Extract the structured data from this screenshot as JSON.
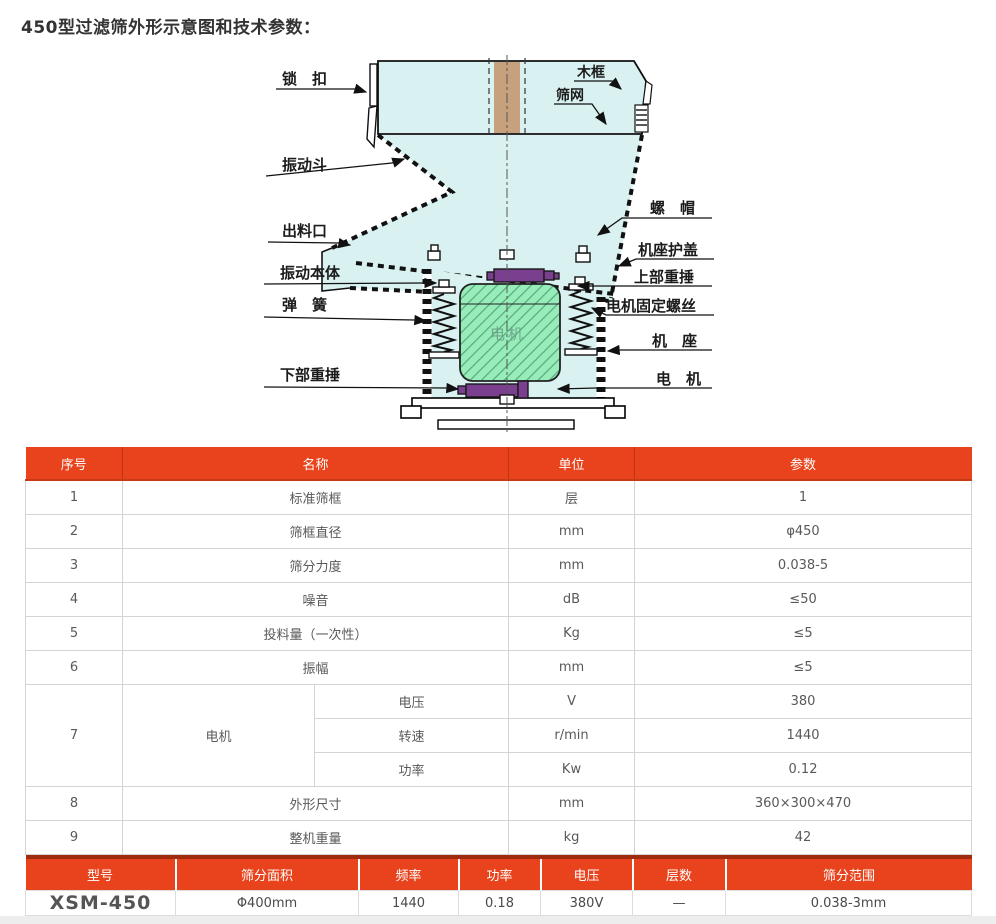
{
  "page": {
    "title": "450型过滤筛外形示意图和技术参数："
  },
  "diagram": {
    "labels": {
      "lock": "锁　扣",
      "vibration_hopper": "振动斗",
      "discharge_port": "出料口",
      "vibration_body": "振动本体",
      "spring": "弹　簧",
      "lower_weight": "下部重捶",
      "wooden_frame": "木框",
      "screen_mesh": "筛网",
      "nut": "螺　帽",
      "base_cover": "机座护盖",
      "upper_weight": "上部重捶",
      "motor_fixing_screw": "电机固定螺丝",
      "machine_base": "机　座",
      "motor": "电　机",
      "motor_body_text": "电机"
    },
    "colors": {
      "body_fill": "#d9f2f1",
      "motor_fill": "#97edb9",
      "weight_fill": "#7b3f8f",
      "frame_strip": "#c7a17d"
    }
  },
  "spec_table": {
    "headers": [
      "序号",
      "名称",
      "单位",
      "参数"
    ],
    "rows": [
      {
        "no": "1",
        "name": "标准筛框",
        "unit": "层",
        "value": "1"
      },
      {
        "no": "2",
        "name": "筛框直径",
        "unit": "mm",
        "value": "φ450"
      },
      {
        "no": "3",
        "name": "筛分力度",
        "unit": "mm",
        "value": "0.038-5"
      },
      {
        "no": "4",
        "name": "噪音",
        "unit": "dB",
        "value": "≤50"
      },
      {
        "no": "5",
        "name": "投料量（一次性）",
        "unit": "Kg",
        "value": "≤5"
      },
      {
        "no": "6",
        "name": "振幅",
        "unit": "mm",
        "value": "≤5"
      }
    ],
    "motor_group": {
      "no": "7",
      "name": "电机",
      "subrows": [
        {
          "param": "电压",
          "unit": "V",
          "value": "380"
        },
        {
          "param": "转速",
          "unit": "r/min",
          "value": "1440"
        },
        {
          "param": "功率",
          "unit": "Kw",
          "value": "0.12"
        }
      ]
    },
    "rows_after": [
      {
        "no": "8",
        "name": "外形尺寸",
        "unit": "mm",
        "value": "360×300×470"
      },
      {
        "no": "9",
        "name": "整机重量",
        "unit": "kg",
        "value": "42"
      }
    ]
  },
  "model_table": {
    "headers": [
      "型号",
      "筛分面积",
      "频率",
      "功率",
      "电压",
      "层数",
      "筛分范围"
    ],
    "row": [
      "XSM-450",
      "Φ400mm",
      "1440",
      "0.18",
      "380V",
      "—",
      "0.038-3mm"
    ]
  }
}
